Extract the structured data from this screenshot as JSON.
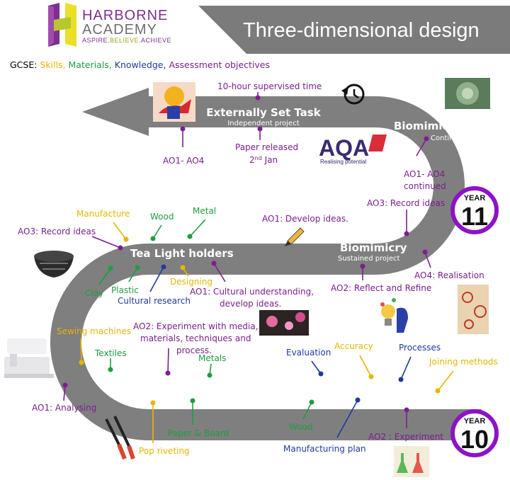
{
  "header": {
    "brand_top": "HARBORNE",
    "brand_bottom": "ACADEMY",
    "tagline_a": "ASPIRE.",
    "tagline_b": "BELIEVE.",
    "tagline_c": "ACHIEVE",
    "title": "Three-dimensional design"
  },
  "gcse": {
    "prefix": "GCSE:",
    "skills": "Skills,",
    "materials": "Materials,",
    "knowledge": "Knowledge,",
    "assessment": "Assessment objectives"
  },
  "colors": {
    "skills": "#e8b400",
    "materials": "#1e9e3f",
    "knowledge": "#1f3aa0",
    "assessment": "#7b1f8f",
    "road": "#7f7f7f",
    "ring": "#8e12c6"
  },
  "stages": {
    "ext_title": "Externally Set Task",
    "ext_sub": "Independent project",
    "bio_cont_title": "Biomimicry",
    "bio_cont_sub": "Continued",
    "tea_title": "Tea Light holders",
    "bio_sus_title": "Biomimicry",
    "bio_sus_sub": "Sustained project",
    "exp_title": "Experimentation",
    "anth_title": "Anthropomorphism"
  },
  "years": {
    "word": "YEAR",
    "y11": "11",
    "y10": "10"
  },
  "aqa": {
    "logo": "AQA",
    "slogan": "Realising potential"
  },
  "labels": {
    "ten_hour": "10-hour supervised time",
    "ao1_ao4": "AO1- AO4",
    "paper_released": "Paper released",
    "second": "2",
    "nd": "nd",
    "jan": " Jan",
    "ao1_ao4_cont_a": "AO1- AO4",
    "ao1_ao4_cont_b": "continued",
    "ao3_record_right": "AO3: Record ideas",
    "ao1_develop": "AO1: Develop ideas.",
    "manufacture": "Manufacture",
    "wood_top": "Wood",
    "metal_top": "Metal",
    "ao3_record_left": "AO3: Record ideas",
    "clay": "Clay",
    "plastic": "Plastic",
    "cultural_research": "Cultural research",
    "designing": "Designing",
    "ao1_cultural_a": "AO1: Cultural understanding,",
    "ao1_cultural_b": "develop ideas.",
    "ao2_reflect": "AO2: Reflect and Refine",
    "ao4_realisation": "AO4: Realisation",
    "sewing": "Sewing machines",
    "ao2_exp_a": "AO2: Experiment with media,",
    "ao2_exp_b": "materials, techniques and",
    "ao2_exp_c": "process.",
    "textiles": "Textiles",
    "metals": "Metals",
    "ao1_analysing": "AO1: Analysing",
    "pop_riveting": "Pop riveting",
    "paper_board": "Paper & Board",
    "evaluation": "Evaluation",
    "accuracy": "Accuracy",
    "processes": "Processes",
    "joining": "Joining  methods",
    "wood_bottom": "Wood",
    "manufacturing_plan": "Manufacturing plan",
    "ao2_experiment": "AO2 : Experiment"
  }
}
